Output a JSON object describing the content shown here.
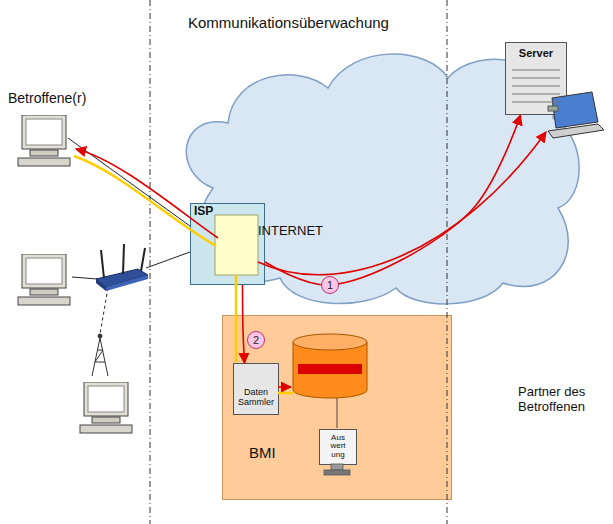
{
  "diagram": {
    "title": "Kommunikationsüberwachung",
    "nodes": [
      {
        "text": [
          "INTERNET"
        ]
      },
      {
        "text": [
          "ISP"
        ],
        "in": 0
      },
      {
        "text": [
          "Server"
        ]
      },
      {
        "text": [
          "BMI"
        ]
      },
      {
        "text": [
          "Daten Sammler"
        ],
        "in": 3
      },
      {
        "text": [
          "Aus wert ung"
        ],
        "in": 3
      }
    ],
    "edges": [
      {
        "from": 1,
        "to": 2,
        "label": "1",
        "arrow": "to"
      },
      {
        "from": 1,
        "to": 4,
        "label": "2",
        "arrow": "to"
      }
    ],
    "labels": [
      "Betroffene(r)",
      "Partner des Betroffenen"
    ]
  }
}
